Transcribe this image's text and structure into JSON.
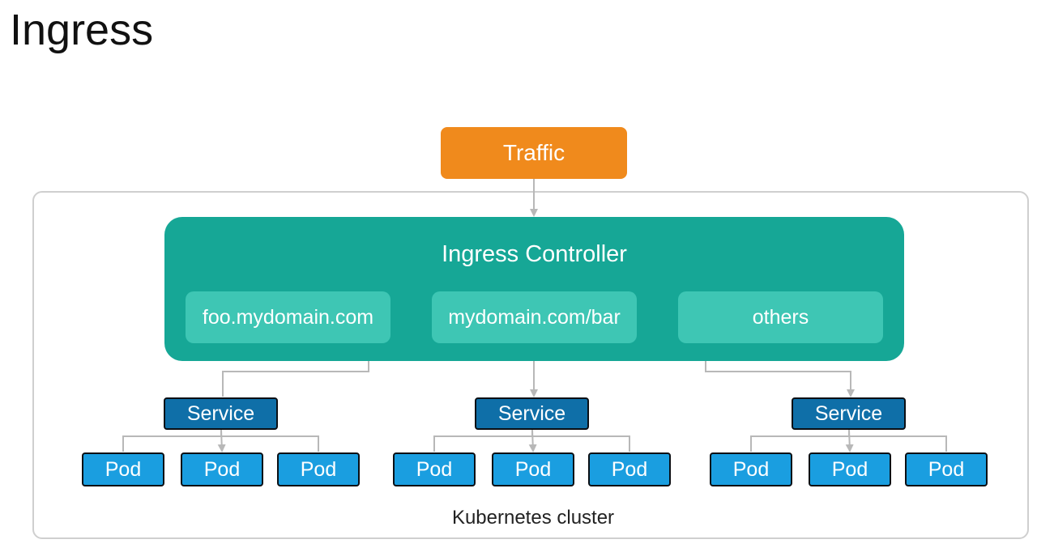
{
  "title": "Ingress",
  "traffic": {
    "label": "Traffic",
    "color": "#f08a1c"
  },
  "controller": {
    "title": "Ingress Controller",
    "color": "#16a796",
    "rule_color": "#3ec6b4",
    "rules": [
      {
        "label": "foo.mydomain.com"
      },
      {
        "label": "mydomain.com/bar"
      },
      {
        "label": "others"
      }
    ]
  },
  "services": [
    {
      "label": "Service",
      "pods": [
        "Pod",
        "Pod",
        "Pod"
      ]
    },
    {
      "label": "Service",
      "pods": [
        "Pod",
        "Pod",
        "Pod"
      ]
    },
    {
      "label": "Service",
      "pods": [
        "Pod",
        "Pod",
        "Pod"
      ]
    }
  ],
  "service_color": "#0f6fa8",
  "pod_color": "#1a9ee0",
  "line_color": "#b8b8b8",
  "cluster_label": "Kubernetes cluster"
}
